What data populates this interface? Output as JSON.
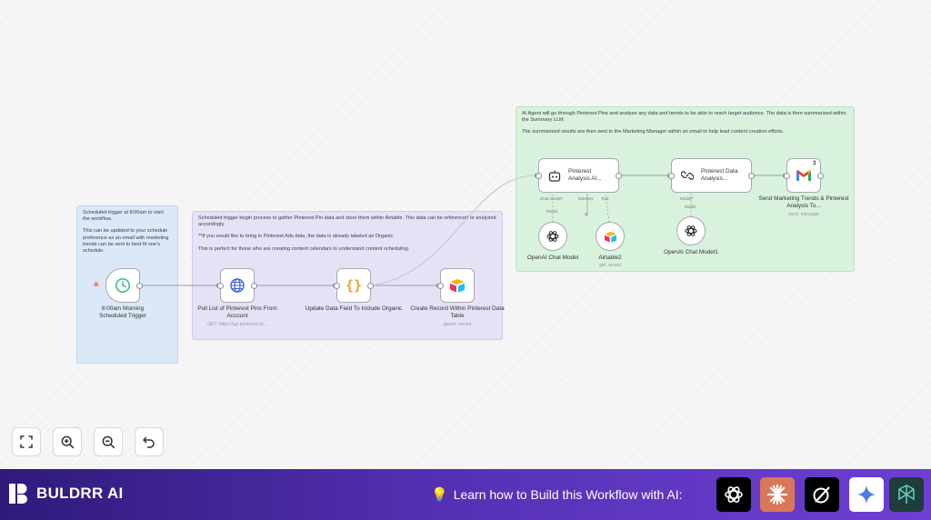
{
  "notes": {
    "blue": {
      "p1": "Scheduled trigger at 8:00am to start the workflow.",
      "p2": "This can be updated to your schedule preference as an email with marketing trends can be sent to best fit one's schedule."
    },
    "purple": {
      "p1": "Scheduled trigger begin process to gather Pinterest Pin data and store them within Airtable. This data can be referenced or analyzed accordingly.",
      "p2": "**If you would like to bring in Pinterest Ads data, the data is already labeled as Organic.",
      "p3": "This is perfect for those who are creating content calendars to understand content scheduling."
    },
    "green": {
      "p1": "AI Agent will go through Pinterest Pins and analyze any data and trends to be able to reach target audience. The data is then summarized within the Summary LLM.",
      "p2": "The summarized results are then sent to the Marketing Manager within an email to help lead content creation efforts."
    }
  },
  "nodes": {
    "trigger": {
      "label": "8:00am Morning\nScheduled Trigger"
    },
    "pull": {
      "label": "Pull List of Pinterest Pins From Account",
      "sub": "GET: https://api.pinterest.co..."
    },
    "update": {
      "label": "Update Data Field To Include Organic"
    },
    "create": {
      "label": "Create Record Within Pinterest Data Table",
      "sub": "upsert: record"
    },
    "agent": {
      "label": "Pinterest\nAnalysis AI...",
      "port_chat": "Chat Model*",
      "port_memory": "Memory",
      "port_tool": "Tool"
    },
    "summary": {
      "label": "Pinterest Data\nAnalysis...",
      "port_model": "Model*"
    },
    "gmail": {
      "label": "Send Marketing Trends & Pinterest Analysis To...",
      "sub": "send: message",
      "badge": "3"
    },
    "openai1": {
      "label": "OpenAI Chat Model",
      "port": "Model"
    },
    "airtable2": {
      "label": "Airtable2",
      "sub": "get: record"
    },
    "openai2": {
      "label": "OpenAI Chat Model1",
      "port": "Model"
    }
  },
  "footer": {
    "brand": "BULDRR AI",
    "learn": "Learn how to Build this Workflow with AI:",
    "ai_tools": [
      "chatgpt-icon",
      "claude-icon",
      "grok-icon",
      "gemini-icon",
      "perplexity-icon"
    ]
  },
  "colors": {
    "footer_start": "#2f1a7a",
    "footer_end": "#6d3fd2",
    "trigger_green": "#3fbf8a",
    "web_blue": "#3c63d6",
    "code_orange": "#f0a020",
    "trigger_spark": "#ff6a3d"
  }
}
